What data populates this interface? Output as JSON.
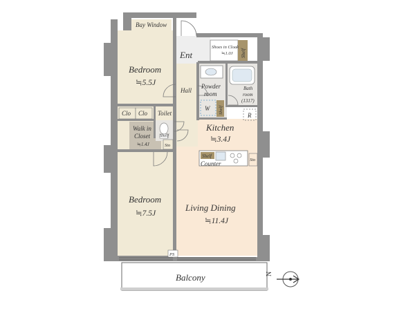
{
  "rooms": {
    "bay_window": "Bay Window",
    "ent": "Ent",
    "shoes_in_cloak": "Shoes in Cloak",
    "shoes_in_cloak_area": "≒1.0J",
    "shelf_ent": "Shelf",
    "bedroom1": "Bedroom",
    "bedroom1_area": "≒5.5J",
    "hall": "Hall",
    "powder_room_1": "Powder",
    "powder_room_2": "room",
    "washer": "W",
    "shelf_powder": "Shelf",
    "bathroom_1": "Bath",
    "bathroom_2": "room",
    "bathroom_3": "(1317)",
    "clo1": "Clo",
    "clo2": "Clo",
    "toilet": "Toilet",
    "shelf_toilet": "Shelf",
    "walk_in_1": "Walk in",
    "walk_in_2": "Closet",
    "walk_in_area": "≒1.4J",
    "sto1": "Sto",
    "kitchen": "Kitchen",
    "kitchen_area": "≒3.4J",
    "fridge": "R",
    "shelf_kitchen": "Shelf",
    "counter": "Counter",
    "sto2": "Sto",
    "bedroom2": "Bedroom",
    "bedroom2_area": "≒7.5J",
    "living": "Living Dining",
    "living_area": "≒11.4J",
    "ps": "PS",
    "balcony": "Balcony"
  },
  "compass": {
    "north_label": "N"
  },
  "colors": {
    "bedroom_floor": "#f1ead6",
    "living_floor": "#fae9d6",
    "wet_floor": "#e8e6e2",
    "closet_floor": "#c8c1b3",
    "shelf_brown": "#a7946b",
    "wall": "#8f8f8f"
  }
}
